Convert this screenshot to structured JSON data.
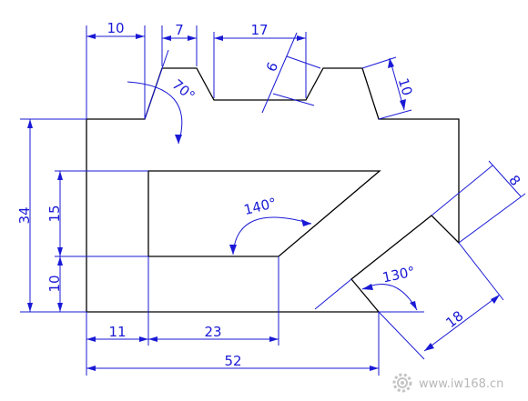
{
  "colors": {
    "outline": "#000000",
    "dimension": "#1a1ad6",
    "watermark": "#b8b8b8",
    "background": "#ffffff"
  },
  "dimensions": {
    "top_left_width": "10",
    "tooth_width": "7",
    "top_slot_width": "17",
    "slot_depth": "6",
    "right_tooth_height": "10",
    "tooth_angle": "70°",
    "overall_height": "34",
    "window_height": "15",
    "window_bottom_offset": "10",
    "window_angle": "140°",
    "window_left_offset": "11",
    "window_width": "23",
    "overall_width": "52",
    "corner_angle": "130°",
    "notch_depth": "8",
    "notch_length": "18"
  },
  "watermark": {
    "text": "www.iw168.cn",
    "icon": "gear-icon"
  }
}
